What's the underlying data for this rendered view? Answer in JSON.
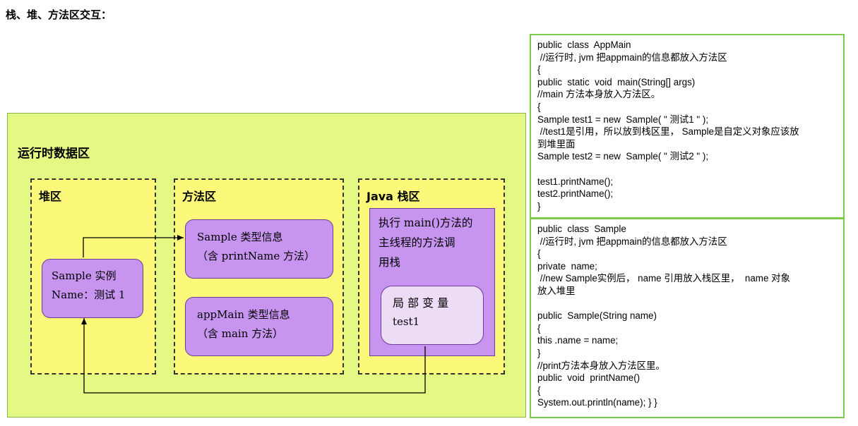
{
  "heading": "栈、堆、方法区交互：",
  "diagram": {
    "title": "运行时数据区",
    "heap": {
      "label": "堆区",
      "instance": {
        "line1": "Sample 实例",
        "line2": "Name：测试 1"
      }
    },
    "method_area": {
      "label": "方法区",
      "sample_info": {
        "line1": "Sample 类型信息",
        "line2": "（含 printName 方法）"
      },
      "appmain_info": {
        "line1": "appMain 类型信息",
        "line2": "（含 main 方法）"
      }
    },
    "java_stack": {
      "label": "Java 栈区",
      "thread": {
        "line1": "执行 main()方法的",
        "line2": "主线程的方法调",
        "line3": "用栈"
      },
      "local": {
        "title": "局 部 变 量",
        "var": "test1"
      }
    }
  },
  "code_appmain": {
    "lines": [
      "public  class  AppMain",
      " //运行时, jvm 把appmain的信息都放入方法区",
      "{",
      "public  static  void  main(String[] args)",
      "//main 方法本身放入方法区。",
      "{",
      "Sample test1 = new  Sample( \" 测试1 \" );",
      " //test1是引用，所以放到栈区里， Sample是自定义对象应该放",
      "到堆里面",
      "Sample test2 = new  Sample( \" 测试2 \" );",
      "",
      "test1.printName();",
      "test2.printName();",
      "}"
    ]
  },
  "code_sample": {
    "lines": [
      "public  class  Sample",
      " //运行时, jvm 把appmain的信息都放入方法区",
      "{",
      "private  name;",
      " //new Sample实例后， name 引用放入栈区里，  name 对象",
      "放入堆里",
      "",
      "public  Sample(String name)",
      "{",
      "this .name = name;",
      "}",
      "//print方法本身放入方法区里。",
      "public  void  printName()",
      "{",
      "System.out.println(name); } }"
    ]
  }
}
